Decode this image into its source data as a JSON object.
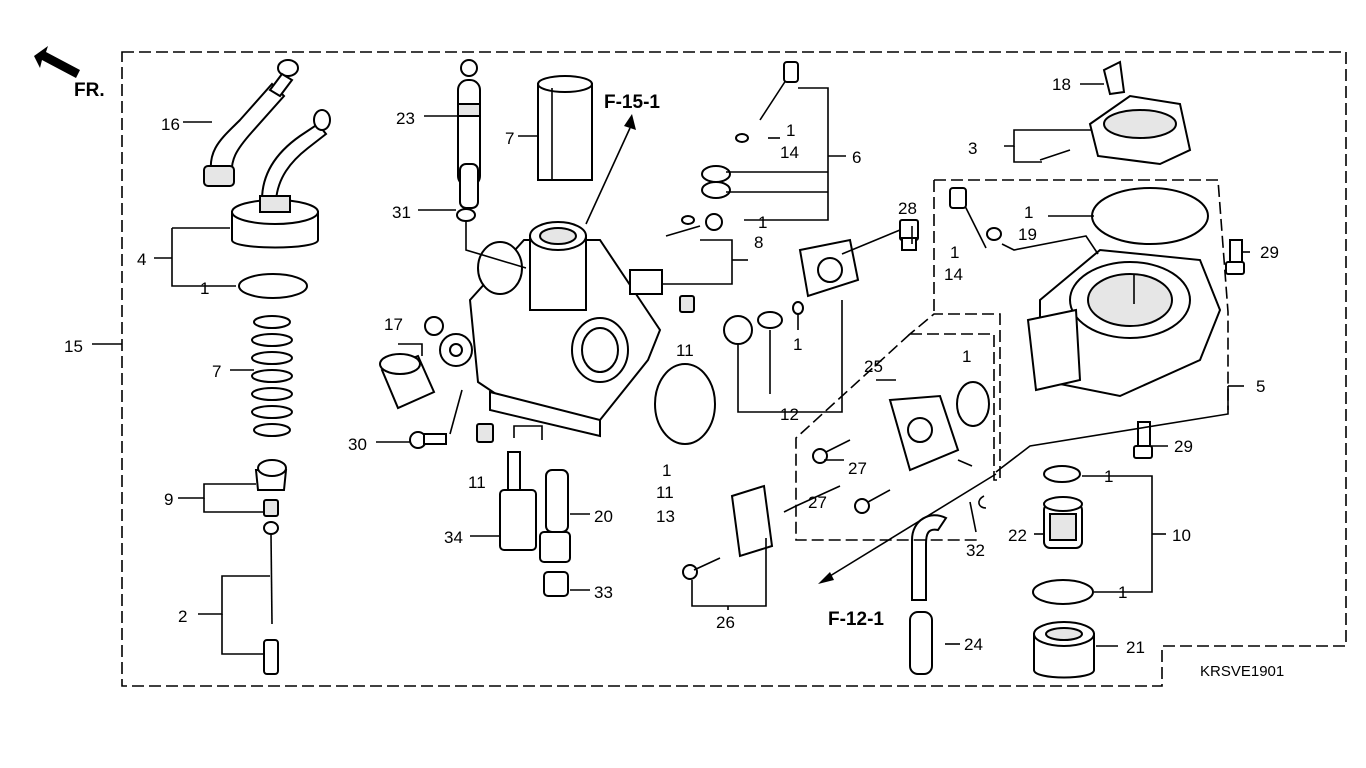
{
  "diagram": {
    "direction_label": "FR.",
    "ref_top": "F-15-1",
    "ref_bottom": "F-12-1",
    "code": "KRSVE1901"
  },
  "labels": {
    "n16": "16",
    "n23": "23",
    "n7a": "7",
    "n7b": "7",
    "n15": "15",
    "n4": "4",
    "n1_left": "1",
    "n9": "9",
    "n2": "2",
    "n31": "31",
    "n17": "17",
    "n30": "30",
    "n11_a": "11",
    "n11_b": "11",
    "n34": "34",
    "n20": "20",
    "n33": "33",
    "n8": "8",
    "n1_6": "1",
    "n14_6": "14",
    "n6": "6",
    "n1_6b": "1",
    "n28": "28",
    "n1_12": "1",
    "n12": "12",
    "n11_13a": "1",
    "n11_13b": "11",
    "n13": "13",
    "n26": "26",
    "n27a": "27",
    "n27b": "27",
    "n25": "25",
    "n1_25": "1",
    "n32": "32",
    "n24": "24",
    "n18": "18",
    "n3": "3",
    "n1_19": "1",
    "n19": "19",
    "n1_14": "1",
    "n14": "14",
    "n29a": "29",
    "n5": "5",
    "n29b": "29",
    "n1_10a": "1",
    "n10": "10",
    "n22": "22",
    "n1_10b": "1",
    "n21": "21"
  },
  "icons": [
    "front-arrow-icon"
  ]
}
